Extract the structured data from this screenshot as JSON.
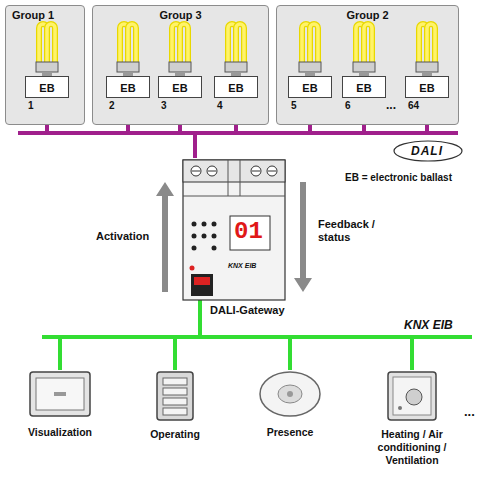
{
  "diagram": {
    "nodes": [
      {
        "text": [
          "Group 1"
        ]
      },
      {
        "text": [
          "EB",
          "1"
        ],
        "in": 0
      },
      {
        "text": [
          "Group 3"
        ]
      },
      {
        "text": [
          "EB",
          "2"
        ],
        "in": 2
      },
      {
        "text": [
          "EB",
          "3"
        ],
        "in": 2
      },
      {
        "text": [
          "EB",
          "4"
        ],
        "in": 2
      },
      {
        "text": [
          "Group 2"
        ]
      },
      {
        "text": [
          "EB",
          "5"
        ],
        "in": 6
      },
      {
        "text": [
          "EB",
          "6"
        ],
        "in": 6
      },
      {
        "text": [
          "EB",
          "64"
        ],
        "in": 6
      },
      {
        "text": [
          "DALI-Gateway"
        ]
      },
      {
        "text": [
          "Visualization"
        ]
      },
      {
        "text": [
          "Operating"
        ]
      },
      {
        "text": [
          "Presence"
        ]
      },
      {
        "text": [
          "Heating / Air conditioning / Ventilation"
        ]
      }
    ],
    "edges": [
      {
        "from": 1,
        "to": 10,
        "arrow": "none"
      },
      {
        "from": 3,
        "to": 10,
        "arrow": "none"
      },
      {
        "from": 4,
        "to": 10,
        "arrow": "none"
      },
      {
        "from": 5,
        "to": 10,
        "arrow": "none"
      },
      {
        "from": 7,
        "to": 10,
        "arrow": "none"
      },
      {
        "from": 8,
        "to": 10,
        "arrow": "none"
      },
      {
        "from": 9,
        "to": 10,
        "arrow": "none"
      },
      {
        "from": 10,
        "to": 11,
        "arrow": "none"
      },
      {
        "from": 10,
        "to": 12,
        "arrow": "none"
      },
      {
        "from": 10,
        "to": 13,
        "arrow": "none"
      },
      {
        "from": 10,
        "to": 14,
        "arrow": "none"
      }
    ],
    "labels": [
      "...",
      "DALI",
      "EB = electronic ballast",
      "Activation",
      "Feedback / status",
      "01",
      "KNX EIB",
      "KNX EIB",
      "..."
    ]
  }
}
